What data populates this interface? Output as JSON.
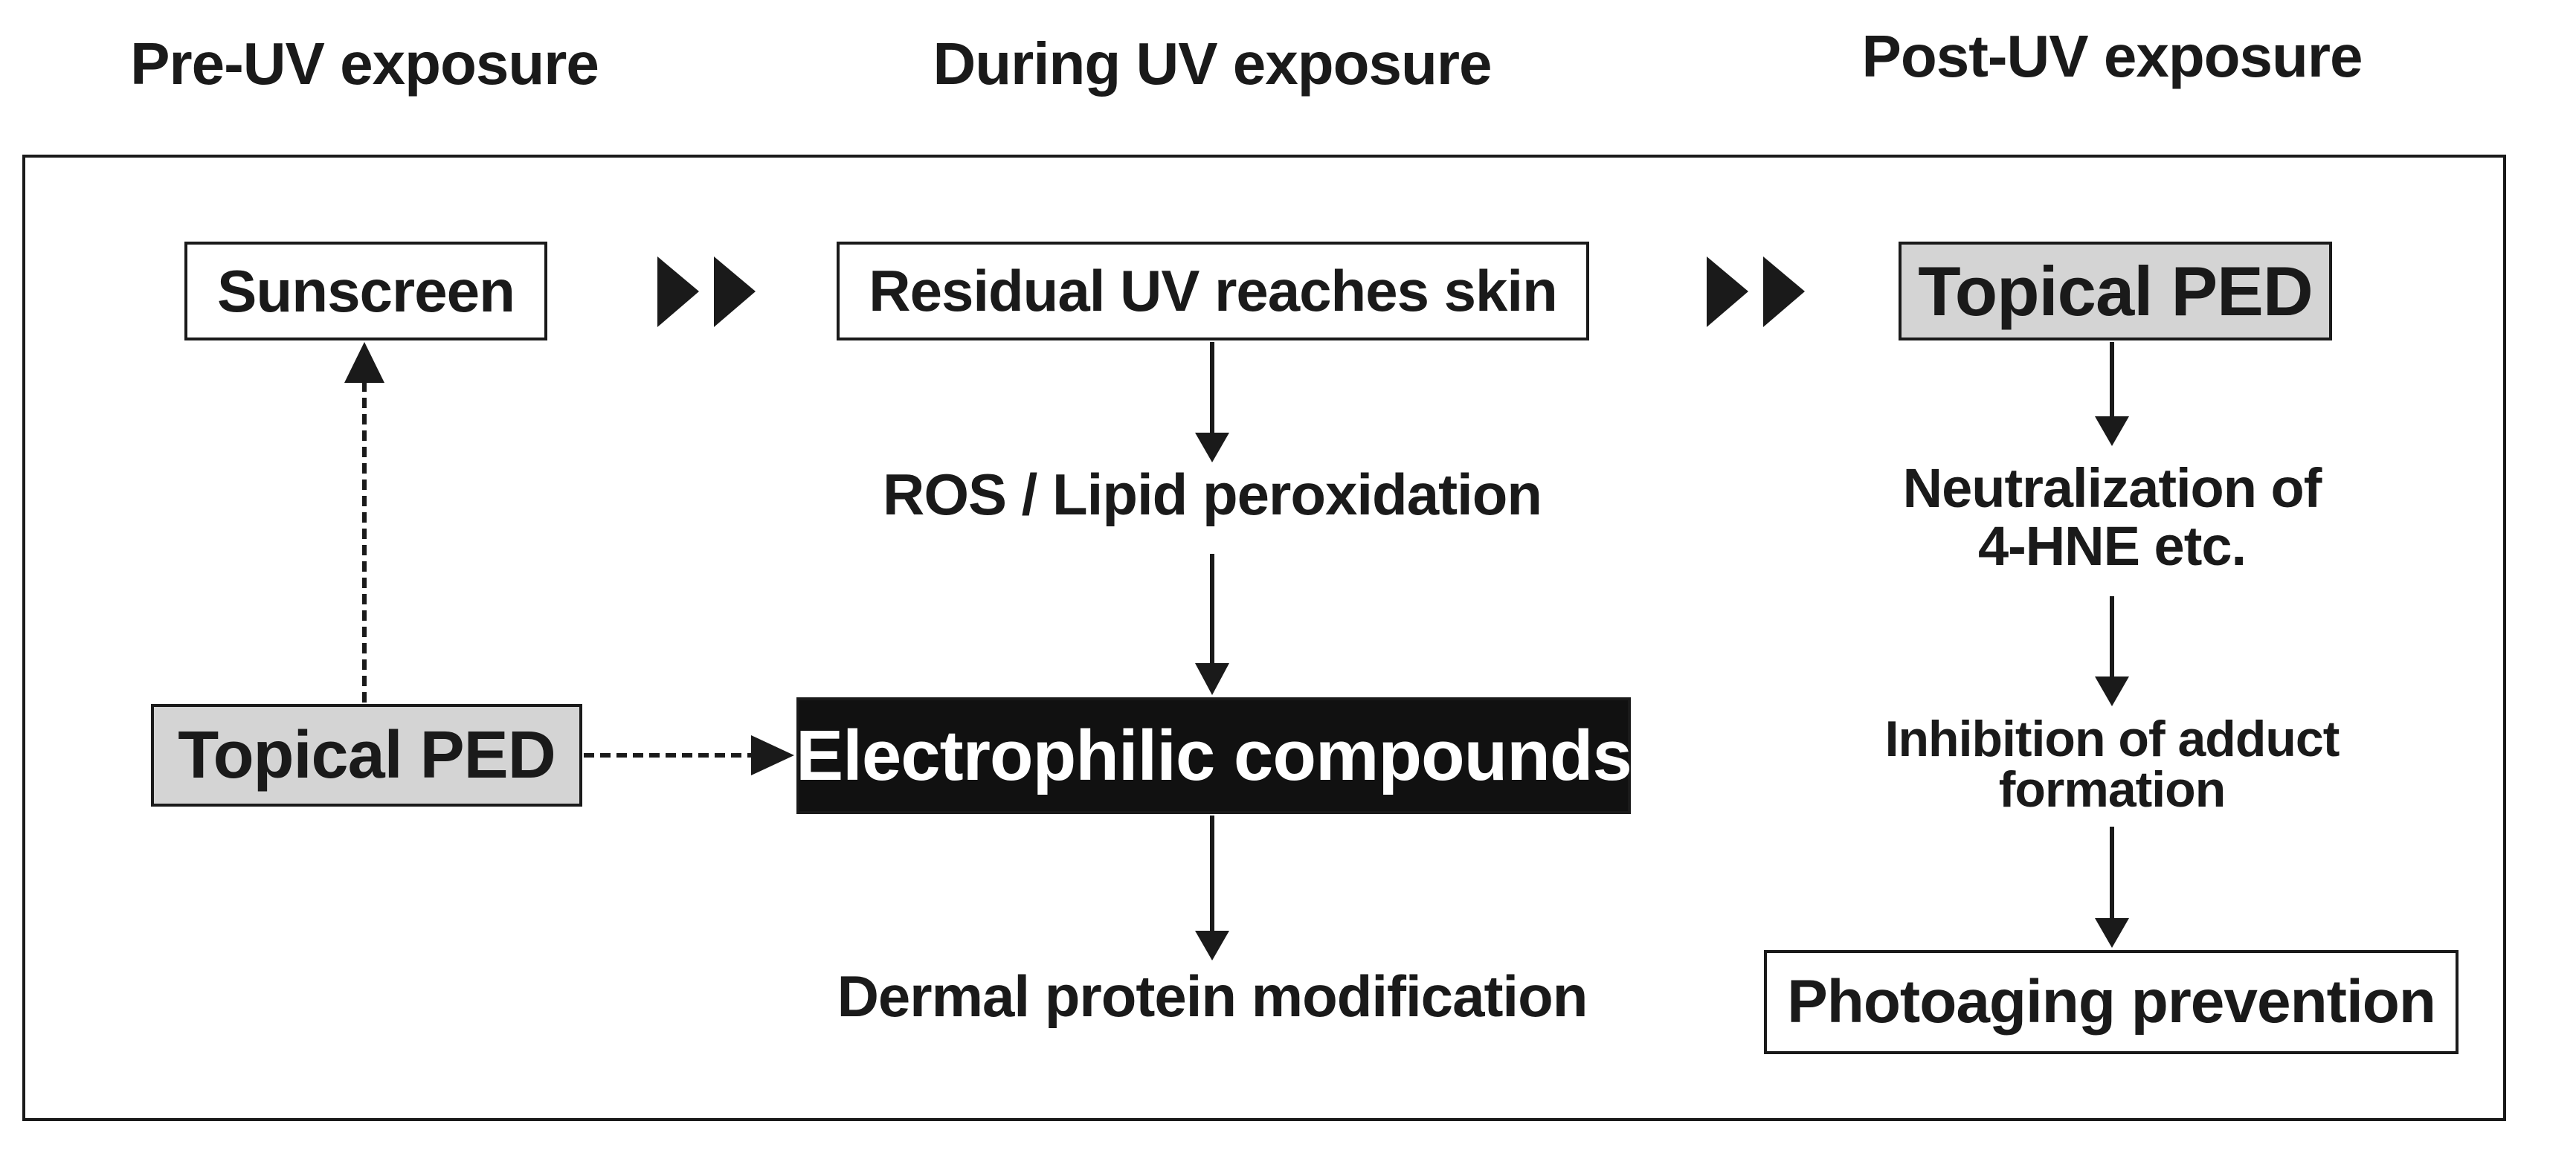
{
  "headers": {
    "pre": "Pre-UV exposure",
    "during": "During UV exposure",
    "post": "Post-UV exposure"
  },
  "nodes": {
    "sunscreen": "Sunscreen",
    "topical_ped_left": "Topical PED",
    "residual_uv": "Residual UV reaches skin",
    "ros": "ROS / Lipid peroxidation",
    "electrophilic": "Electrophilic compounds",
    "dermal": "Dermal protein modification",
    "topical_ped_right": "Topical PED",
    "neutralization_line1": "Neutralization of",
    "neutralization_line2": "4-HNE etc.",
    "inhibition_line1": "Inhibition of adduct",
    "inhibition_line2": "formation",
    "photoaging": "Photoaging prevention"
  },
  "colors": {
    "ink": "#1a1a1a",
    "grey_box": "#d4d4d4",
    "black_box": "#111111"
  }
}
